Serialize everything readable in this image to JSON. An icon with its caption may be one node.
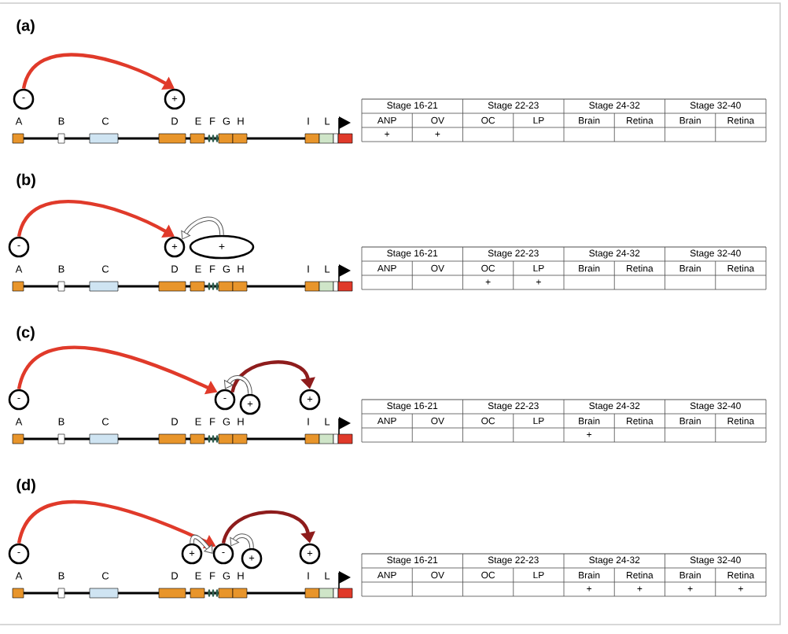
{
  "diagram": {
    "nodes": [
      {
        "text": [
          "-"
        ]
      },
      {
        "text": [
          "+"
        ]
      },
      {
        "text": [
          "-"
        ]
      },
      {
        "text": [
          "+"
        ]
      },
      {
        "text": [
          "+"
        ]
      },
      {
        "text": [
          "-"
        ]
      },
      {
        "text": [
          "-"
        ]
      },
      {
        "text": [
          "+"
        ]
      },
      {
        "text": [
          "+"
        ]
      },
      {
        "text": [
          "-"
        ]
      },
      {
        "text": [
          "+"
        ]
      },
      {
        "text": [
          "-"
        ]
      },
      {
        "text": [
          "+"
        ]
      },
      {
        "text": [
          "+"
        ]
      }
    ],
    "edges": [
      {
        "from": 0,
        "to": 1,
        "arrow": "to",
        "color": "#e03a2a"
      },
      {
        "from": 2,
        "to": 3,
        "arrow": "to",
        "color": "#e03a2a"
      },
      {
        "from": 4,
        "to": 3,
        "arrow": "to",
        "color": "#595959"
      },
      {
        "from": 5,
        "to": 6,
        "arrow": "to",
        "color": "#e03a2a"
      },
      {
        "from": 6,
        "to": 8,
        "arrow": "to",
        "color": "#8e1c1c"
      },
      {
        "from": 7,
        "to": 6,
        "arrow": "to",
        "color": "#595959"
      },
      {
        "from": 9,
        "to": 11,
        "arrow": "to",
        "color": "#e03a2a"
      },
      {
        "from": 10,
        "to": 11,
        "arrow": "to",
        "color": "#595959"
      },
      {
        "from": 11,
        "to": 13,
        "arrow": "to",
        "color": "#8e1c1c"
      },
      {
        "from": 12,
        "to": 11,
        "arrow": "to",
        "color": "#595959"
      }
    ],
    "labels": [
      "(a)",
      "A",
      "B",
      "C",
      "D",
      "E",
      "F",
      "G",
      "H",
      "I",
      "L",
      "Stage 16-21",
      "Stage 22-23",
      "Stage 24-32",
      "Stage 32-40",
      "ANP",
      "OV",
      "OC",
      "LP",
      "Brain",
      "Retina",
      "Brain",
      "Retina",
      "+",
      "+",
      "(b)",
      "A",
      "B",
      "C",
      "D",
      "E",
      "F",
      "G",
      "H",
      "I",
      "L",
      "Stage 16-21",
      "Stage 22-23",
      "Stage 24-32",
      "Stage 32-40",
      "ANP",
      "OV",
      "OC",
      "LP",
      "Brain",
      "Retina",
      "Brain",
      "Retina",
      "+",
      "+",
      "(c)",
      "A",
      "B",
      "C",
      "D",
      "E",
      "F",
      "G",
      "H",
      "I",
      "L",
      "Stage 16-21",
      "Stage 22-23",
      "Stage 24-32",
      "Stage 32-40",
      "ANP",
      "OV",
      "OC",
      "LP",
      "Brain",
      "Retina",
      "Brain",
      "Retina",
      "+",
      "(d)",
      "A",
      "B",
      "C",
      "D",
      "E",
      "F",
      "G",
      "H",
      "I",
      "L",
      "Stage 16-21",
      "Stage 22-23",
      "Stage 24-32",
      "Stage 32-40",
      "ANP",
      "OV",
      "OC",
      "LP",
      "Brain",
      "Retina",
      "Brain",
      "Retina",
      "+",
      "+",
      "+",
      "+"
    ]
  }
}
